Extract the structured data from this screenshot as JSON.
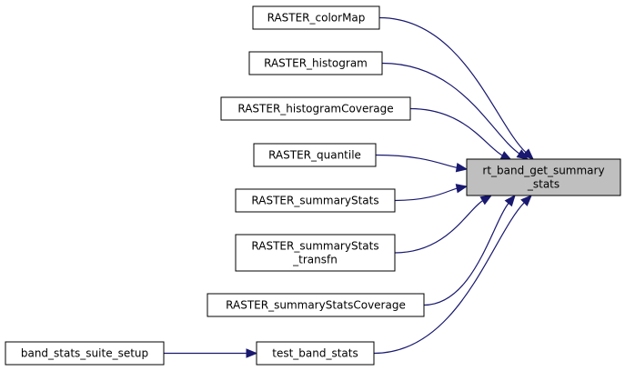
{
  "diagram": {
    "target": {
      "label_lines": [
        "rt_band_get_summary",
        "_stats"
      ],
      "fill": "#bfbfbf"
    },
    "callers": [
      {
        "id": "raster_colormap",
        "label_lines": [
          "RASTER_colorMap"
        ]
      },
      {
        "id": "raster_histogram",
        "label_lines": [
          "RASTER_histogram"
        ]
      },
      {
        "id": "raster_histogramcoverage",
        "label_lines": [
          "RASTER_histogramCoverage"
        ]
      },
      {
        "id": "raster_quantile",
        "label_lines": [
          "RASTER_quantile"
        ]
      },
      {
        "id": "raster_summarystats",
        "label_lines": [
          "RASTER_summaryStats"
        ]
      },
      {
        "id": "raster_summarystats_transfn",
        "label_lines": [
          "RASTER_summaryStats",
          "_transfn"
        ]
      },
      {
        "id": "raster_summarystatscoverage",
        "label_lines": [
          "RASTER_summaryStatsCoverage"
        ]
      },
      {
        "id": "test_band_stats",
        "label_lines": [
          "test_band_stats"
        ]
      }
    ],
    "outer_callers": [
      {
        "id": "band_stats_suite_setup",
        "label_lines": [
          "band_stats_suite_setup"
        ],
        "calls": "test_band_stats"
      }
    ],
    "edge_color": "#191970"
  }
}
